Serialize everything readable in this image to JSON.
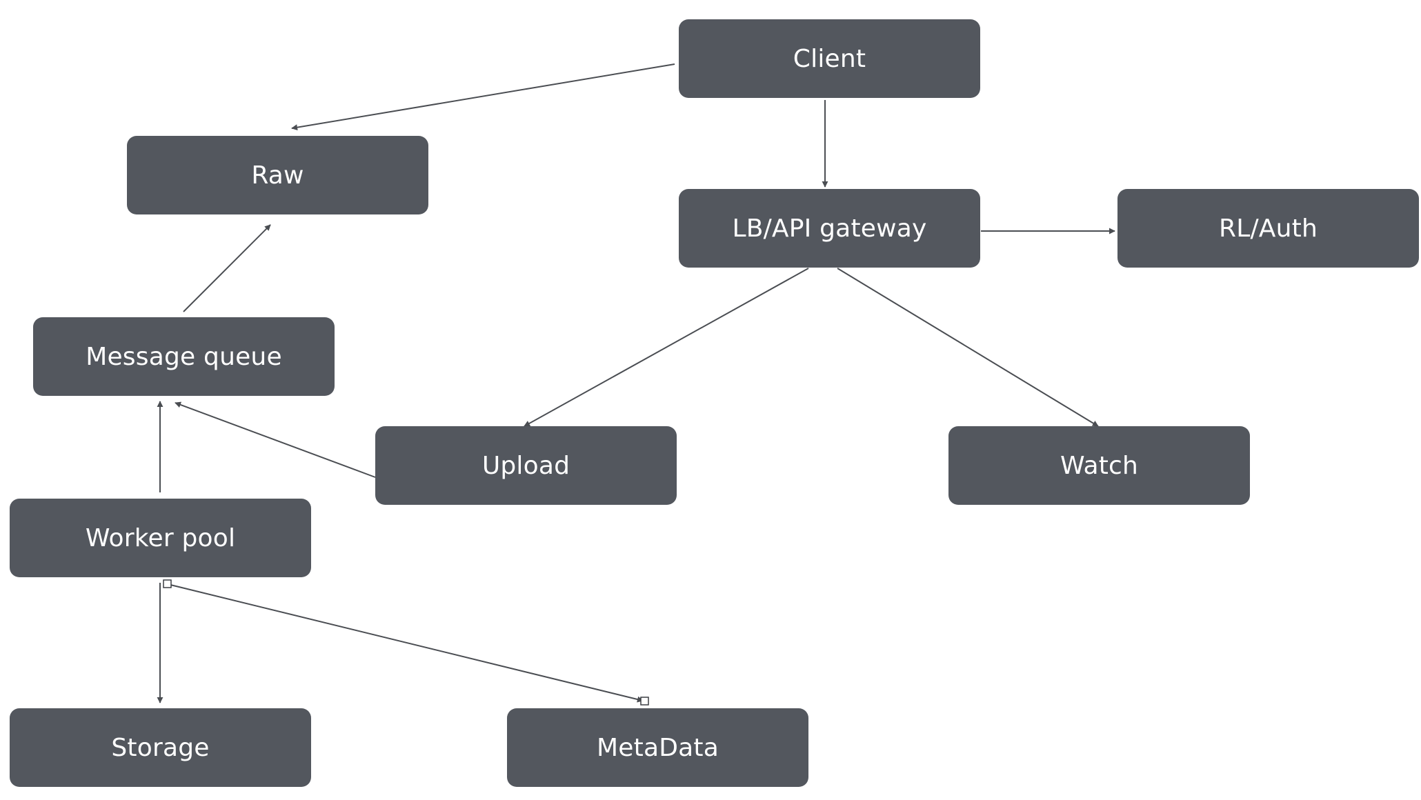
{
  "nodes": {
    "client": "Client",
    "raw": "Raw",
    "gateway": "LB/API gateway",
    "rlauth": "RL/Auth",
    "message_queue": "Message queue",
    "upload": "Upload",
    "watch": "Watch",
    "worker_pool": "Worker pool",
    "storage": "Storage",
    "metadata": "MetaData"
  },
  "edges": [
    {
      "from": "client",
      "to": "raw"
    },
    {
      "from": "client",
      "to": "gateway"
    },
    {
      "from": "gateway",
      "to": "rlauth"
    },
    {
      "from": "gateway",
      "to": "upload"
    },
    {
      "from": "gateway",
      "to": "watch"
    },
    {
      "from": "message_queue",
      "to": "raw"
    },
    {
      "from": "upload",
      "to": "message_queue"
    },
    {
      "from": "worker_pool",
      "to": "message_queue"
    },
    {
      "from": "worker_pool",
      "to": "storage"
    },
    {
      "from": "worker_pool",
      "to": "metadata"
    }
  ],
  "colors": {
    "node_fill": "#53575e",
    "node_text": "#ffffff",
    "edge": "#4a4d52",
    "background": "#ffffff"
  }
}
